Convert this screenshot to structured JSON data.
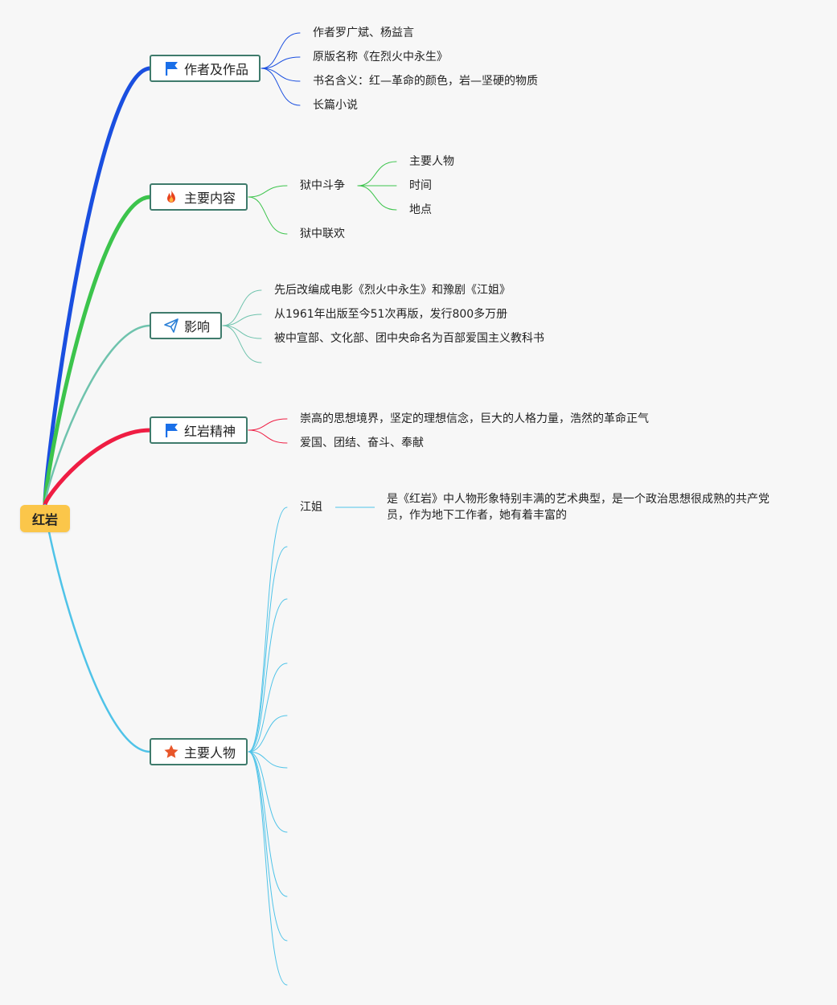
{
  "root": {
    "label": "红岩"
  },
  "branches": [
    {
      "label": "作者及作品",
      "icon": "blue-flag-icon",
      "color": "#1a4fe0",
      "children": [
        {
          "label": "作者罗广斌、杨益言"
        },
        {
          "label": "原版名称《在烈火中永生》"
        },
        {
          "label": "书名含义：红—革命的颜色，岩—坚硬的物质"
        },
        {
          "label": "长篇小说"
        }
      ]
    },
    {
      "label": "主要内容",
      "icon": "fire-icon",
      "color": "#3cc44c",
      "children": [
        {
          "label": "狱中斗争",
          "children": [
            {
              "label": "主要人物"
            },
            {
              "label": "时间"
            },
            {
              "label": "地点"
            }
          ]
        },
        {
          "label": "狱中联欢"
        }
      ]
    },
    {
      "label": "影响",
      "icon": "paper-plane-icon",
      "color": "#6fc3ad",
      "children": [
        {
          "label": "先后改编成电影《烈火中永生》和豫剧《江姐》"
        },
        {
          "label": "从1961年出版至今51次再版，发行800多万册"
        },
        {
          "label": "被中宣部、文化部、团中央命名为百部爱国主义教科书"
        },
        {
          "label": ""
        }
      ]
    },
    {
      "label": "红岩精神",
      "icon": "blue-flag-icon",
      "color": "#ef1d43",
      "children": [
        {
          "label": "崇高的思想境界，坚定的理想信念，巨大的人格力量，浩然的革命正气"
        },
        {
          "label": "爱国、团结、奋斗、奉献"
        }
      ]
    },
    {
      "label": "主要人物",
      "icon": "star-icon",
      "color": "#4fc3e8",
      "children": [
        {
          "label": "江姐",
          "note": "是《红岩》中人物形象特别丰满的艺术典型，是一个政治思想很成熟的共产党员，作为地下工作者，她有着丰富的"
        },
        {
          "label": ""
        },
        {
          "label": ""
        },
        {
          "label": ""
        },
        {
          "label": ""
        },
        {
          "label": ""
        },
        {
          "label": ""
        },
        {
          "label": ""
        },
        {
          "label": ""
        },
        {
          "label": ""
        }
      ]
    }
  ]
}
